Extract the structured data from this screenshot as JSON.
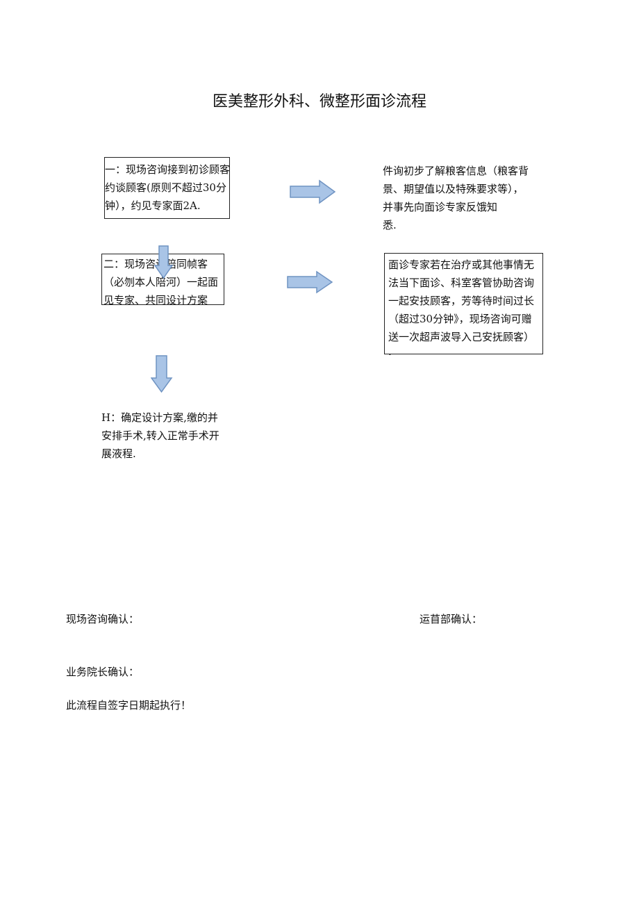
{
  "title": "医美整形外科、微整形面诊流程",
  "steps": {
    "step1": {
      "lines": [
        "一：现场咨询接到初诊顾客",
        "约谈顾客(原则不超过30分",
        "钟），约见专家面2A."
      ]
    },
    "note1": {
      "lines": [
        "件询初步了解粮客信息（粮客背",
        "景、期望值以及特殊要求等），",
        "并事先向面诊专家反饿知",
        "悉."
      ]
    },
    "step2": {
      "lines": [
        "二：现场咨询陪同帧客",
        "（必刎本人陪河）一起面",
        "见专家、共同设计方案"
      ]
    },
    "note2": {
      "lines": [
        "面诊专家若在治疗或其他事情无",
        "法当下面诊、科室客管协助咨询",
        "一起安技顾客，芳等待时间过长",
        "（超过30分钟》，现场咨询可赠",
        "送一次超声波导入己安抚顾客）",
        "."
      ]
    },
    "step3": {
      "lines": [
        "H：确定设计方案,缴的并",
        "安排手术,转入正常手术开",
        "展液程."
      ]
    }
  },
  "signatures": {
    "onsite": "现场咨询确认：",
    "operations": "运苜部确认：",
    "director": "业务院长确认：",
    "effective": "此流程自签字日期起执行！"
  },
  "colors": {
    "arrow_fill": "#a9c4e6",
    "arrow_stroke": "#6f93c2"
  }
}
